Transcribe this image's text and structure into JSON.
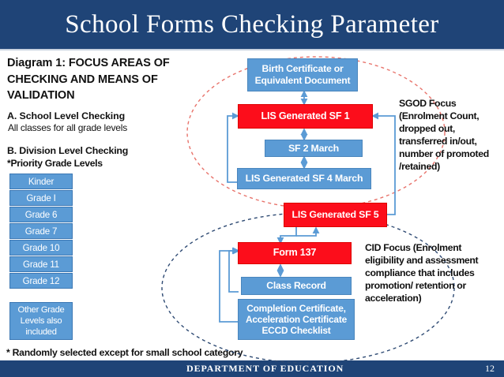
{
  "header": {
    "title": "School Forms Checking Parameter"
  },
  "left_panel": {
    "lead": "Diagram 1: FOCUS AREAS OF CHECKING AND MEANS OF VALIDATION",
    "section_a_title": "A. School  Level  Checking",
    "section_a_sub": "All classes for all grade levels",
    "section_b_title": "B. Division  Level Checking",
    "section_b_sub": "*Priority Grade Levels",
    "grades": [
      "Kinder",
      "Grade I",
      "Grade 6",
      "Grade 7",
      "Grade 10",
      "Grade 11",
      "Grade 12"
    ],
    "other_grades": "Other Grade Levels  also included",
    "footnote": "* Randomly selected except for small school category"
  },
  "diagram": {
    "nodes": [
      {
        "id": "birth-certificate",
        "label": "Birth Certificate or Equivalent Document",
        "color": "blue"
      },
      {
        "id": "lis-sf1",
        "label": "LIS Generated SF 1",
        "color": "red"
      },
      {
        "id": "sf2-march",
        "label": "SF 2 March",
        "color": "blue"
      },
      {
        "id": "lis-sf4-march",
        "label": "LIS Generated SF 4 March",
        "color": "blue"
      },
      {
        "id": "lis-sf5",
        "label": "LIS Generated SF 5",
        "color": "red"
      },
      {
        "id": "form-137",
        "label": "Form 137",
        "color": "red"
      },
      {
        "id": "class-record",
        "label": "Class Record",
        "color": "blue"
      },
      {
        "id": "completion-certificate",
        "label": "Completion Certificate, Acceleration Certificate ECCD Checklist",
        "color": "blue"
      }
    ],
    "sgod_focus": "SGOD Focus (Enrolment Count, dropped out, transferred in/out, number of promoted /retained)",
    "cid_focus": "CID Focus (Enrolment eligibility and assessment compliance that includes promotion/ retention or acceleration)",
    "group_colors": {
      "sgod_ellipse": "#e8736b",
      "cid_ellipse": "#2e4a73",
      "box_blue": "#5b9bd5",
      "box_red": "#fc0d1b",
      "connector": "#5b9bd5"
    }
  },
  "footer": {
    "department": "DEPARTMENT OF EDUCATION",
    "page_number": "12"
  }
}
